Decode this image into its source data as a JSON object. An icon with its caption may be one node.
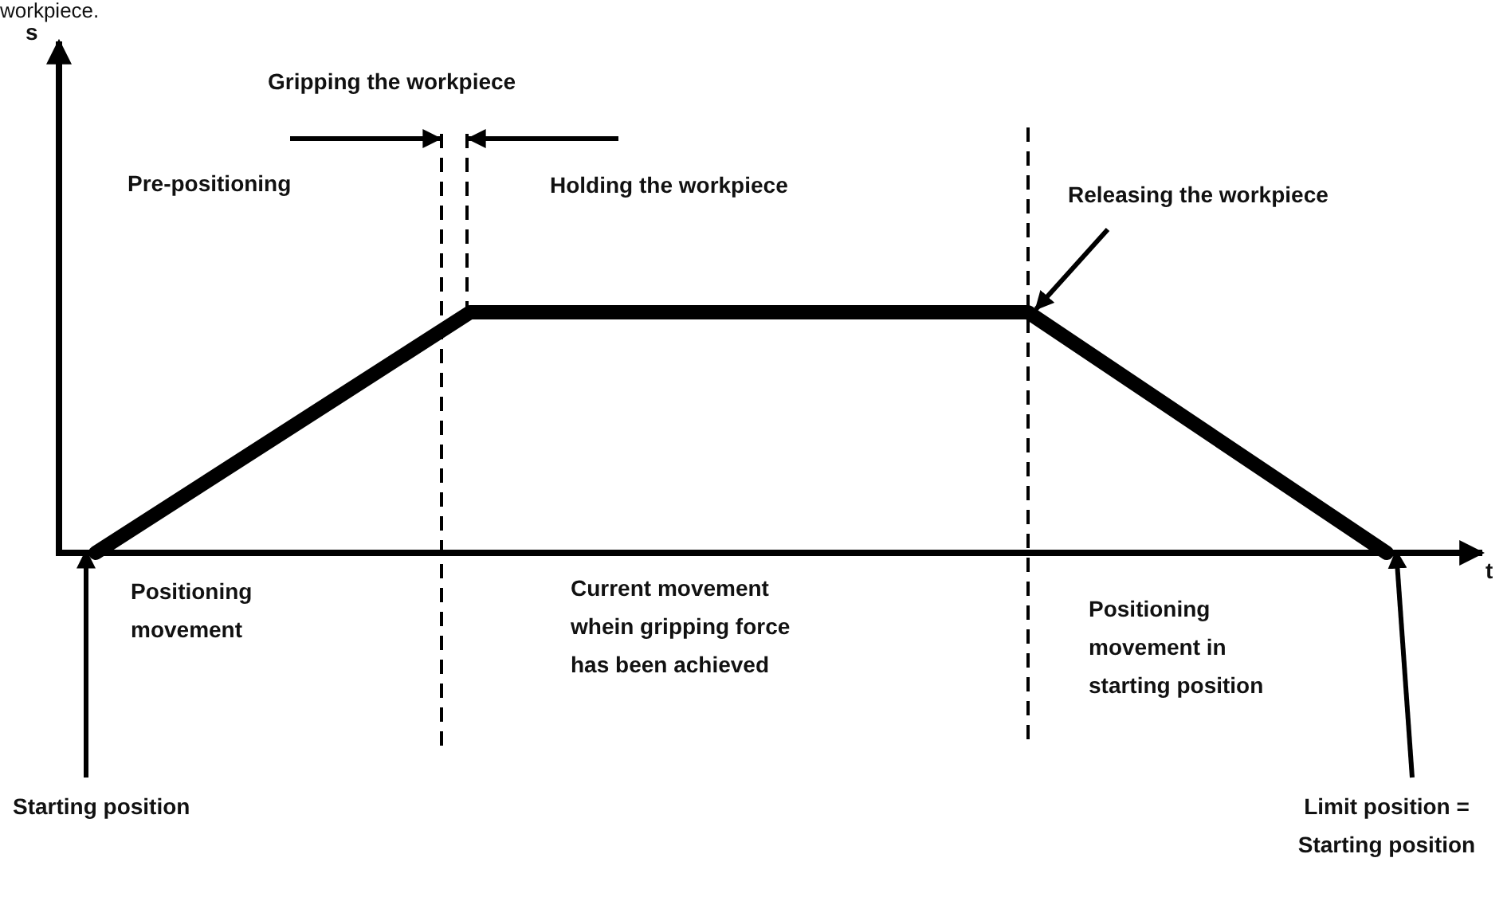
{
  "diagram": {
    "nodes": [
      {
        "text": [
          "Releasing the workpiece"
        ]
      },
      {
        "text": [
          "Starting position"
        ]
      },
      {
        "text": [
          "Limit position = Starting position"
        ]
      },
      {
        "text": [],
        "shape": "line"
      }
    ],
    "edges": [
      {
        "from": 0,
        "to": null,
        "arrow": "to"
      },
      {
        "from": 1,
        "to": 3,
        "arrow": "to"
      },
      {
        "from": 2,
        "to": 3,
        "arrow": "to"
      }
    ],
    "labels": [
      "workpiece.",
      "s",
      "Gripping the workpiece",
      "Pre-positioning",
      "Holding the workpiece",
      "Positioning movement",
      "Current movement whein gripping force has been achieved",
      "Positioning movement in starting position",
      "t"
    ]
  }
}
